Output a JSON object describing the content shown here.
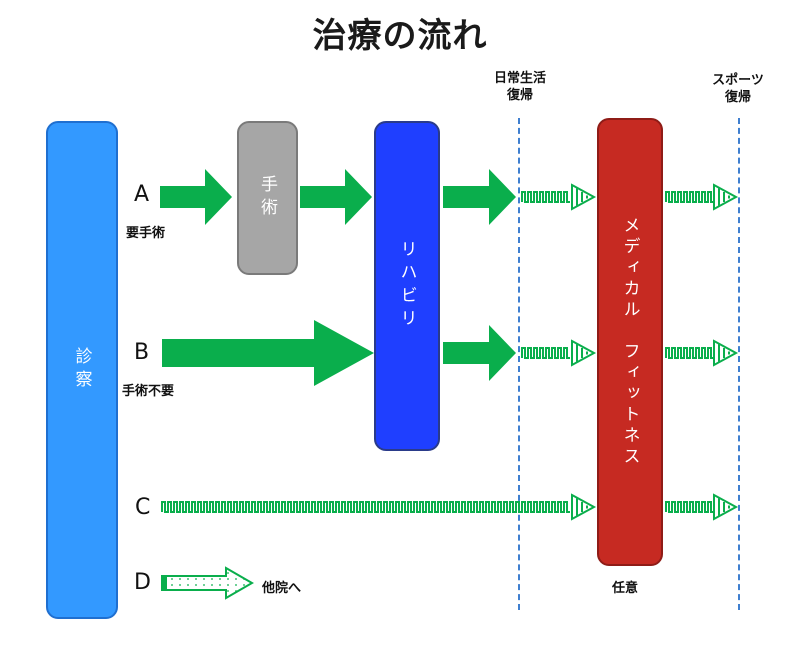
{
  "title": "治療の流れ",
  "milestones": {
    "daily_life": "日常生活\n復帰",
    "sports": "スポーツ\n復帰"
  },
  "boxes": {
    "diagnosis": "診察",
    "surgery": "手術",
    "rehab": "リハビリ",
    "medical_fitness": "メディカル　フィットネス"
  },
  "rows": [
    {
      "letter": "A",
      "sub": "要手術"
    },
    {
      "letter": "B",
      "sub": "手術不要"
    },
    {
      "letter": "C",
      "sub": ""
    },
    {
      "letter": "D",
      "sub": ""
    }
  ],
  "notes": {
    "optional": "任意",
    "other_hospital": "他院へ"
  },
  "colors": {
    "arrow_green": "#0aae4c",
    "diagnosis": "#3399ff",
    "surgery": "#a6a6a6",
    "rehab": "#1f3fff",
    "medical_fitness": "#c62a22",
    "milestone_line": "#3f7fd0"
  }
}
